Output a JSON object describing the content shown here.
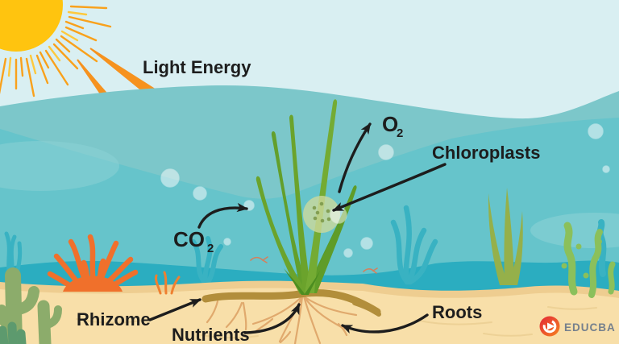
{
  "diagram": {
    "labels": {
      "light_energy": "Light Energy",
      "o2_main": "O",
      "o2_sub": "2",
      "chloroplasts": "Chloroplasts",
      "co2_main": "CO",
      "co2_sub": "2",
      "rhizome": "Rhizome",
      "nutrients": "Nutrients",
      "roots": "Roots"
    },
    "logo": {
      "text": "EDUCBA"
    },
    "colors": {
      "sky": "#d9eff2",
      "sun": "#ffc40f",
      "sun_ray": "#f9a11b",
      "energy_arrow": "#f6921e",
      "water_upper": "#7cc7ca",
      "water_main": "#66c4cb",
      "water_light_patch": "#8bd2d5",
      "water_deep_band": "#2badc0",
      "teal_weed": "#39b2c2",
      "olive_weed": "#95b04a",
      "kelp_green": "#8bc05b",
      "sage_weed": "#8cac6b",
      "coral": "#f0702b",
      "sand": "#f8dfa9",
      "sand_edge": "#eecd90",
      "sand_line": "#ecd094",
      "leaf_green": "#6ba32c",
      "rhizome_stem": "#b28e3b",
      "root": "#dfa76a",
      "chloroplast_spot": "#cdd99b",
      "chloroplast_dot": "#7e9a4c",
      "bubble": "#ffffff",
      "fish_orange": "#e8744a",
      "sprig_orange": "#ef8030",
      "arrow_black": "#1d1d1d",
      "label_text": "#1d1d1d",
      "logo_text": "#75808d",
      "logo_red": "#e32638",
      "logo_orange": "#f5821f"
    }
  }
}
